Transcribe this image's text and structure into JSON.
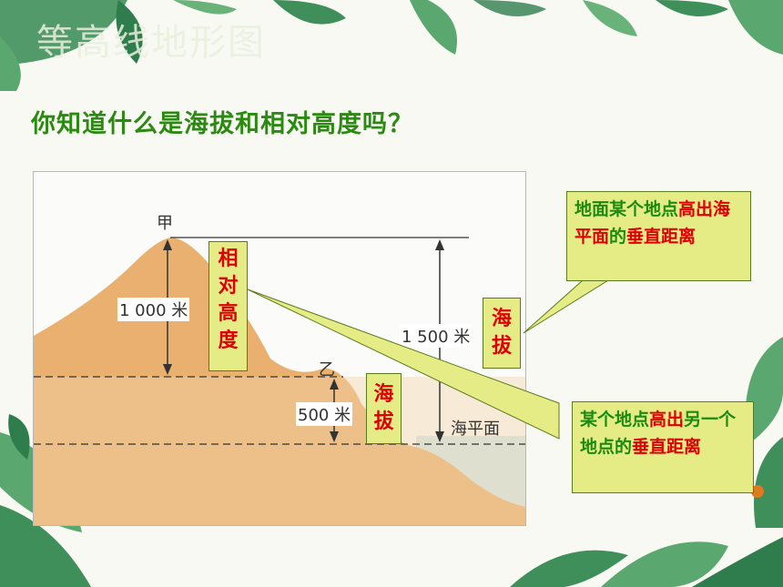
{
  "header": {
    "title": "等高线地形图"
  },
  "question": "你知道什么是海拔和相对高度吗？",
  "diagram": {
    "peak_a": "甲",
    "peak_b": "乙",
    "height_1000": "1 000 米",
    "height_1500": "1 500 米",
    "height_500": "500 米",
    "sea_level": "海平面"
  },
  "labels": {
    "relative_height": [
      "相",
      "对",
      "高",
      "度"
    ],
    "altitude_1": [
      "海",
      "拔"
    ],
    "altitude_2": [
      "海",
      "拔"
    ]
  },
  "callouts": {
    "altitude_def": {
      "parts": [
        {
          "text": "地面某个地点",
          "color": "green"
        },
        {
          "text": "高出海平面",
          "color": "red"
        },
        {
          "text": "的",
          "color": "green"
        },
        {
          "text": "垂直距离",
          "color": "red"
        }
      ]
    },
    "relative_def": {
      "parts": [
        {
          "text": "某个地点",
          "color": "green"
        },
        {
          "text": "高出",
          "color": "red"
        },
        {
          "text": "另一个地点",
          "color": "green"
        },
        {
          "text": "的",
          "color": "green"
        },
        {
          "text": "垂直距离",
          "color": "red"
        }
      ]
    }
  },
  "colors": {
    "question": "#2a8a12",
    "label_fill": "#e5ec86",
    "label_text": "#e00000",
    "def_green": "#1a8a10",
    "mountain": "#e9b070",
    "sea": "#cfe8ef"
  }
}
